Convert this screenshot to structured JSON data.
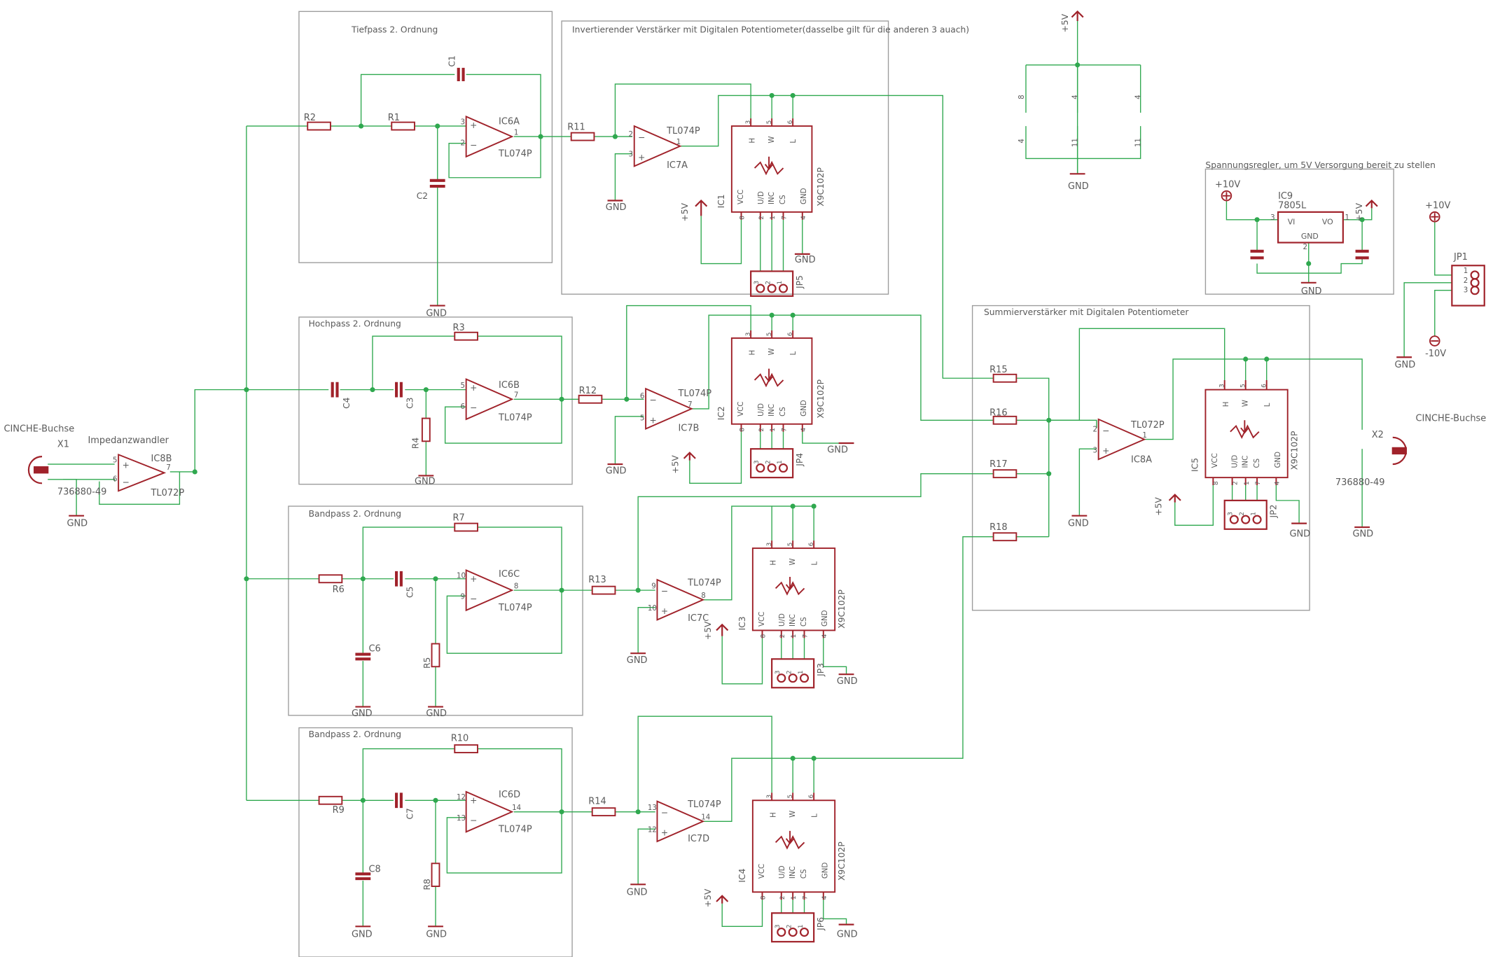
{
  "colors": {
    "wire": "#2fa84f",
    "part": "#a0222a",
    "frame": "#9c9c9c",
    "text": "#5a5a5a",
    "junction": "#2fa84f"
  },
  "frames": {
    "tiefpass": "Tiefpass 2. Ordnung",
    "verstaerker": "Invertierender Verstärker mit Digitalen Potentiometer(dasselbe gilt für die anderen 3 auach)",
    "hochpass": "Hochpass 2. Ordnung",
    "bandpass1": "Bandpass 2. Ordnung",
    "bandpass2": "Bandpass 2. Ordnung",
    "summierer": "Summierverstärker mit Digitalen Potentiometer",
    "regler": "Spannungsregler, um 5V Versorgung bereit zu stellen"
  },
  "connectors": {
    "x1_title": "CINCHE-Buchse",
    "x1_name": "X1",
    "x1_part": "736880-49",
    "x2_title": "CINCHE-Buchse",
    "x2_name": "X2",
    "x2_part": "736880-49",
    "jp1": "JP1"
  },
  "opamps": {
    "ic8b": "IC8B",
    "ic8b_type": "TL072P",
    "imp": "Impedanzwandler",
    "ic6a": "IC6A",
    "ic6a_type": "TL074P",
    "ic6b": "IC6B",
    "ic6b_type": "TL074P",
    "ic6c": "IC6C",
    "ic6c_type": "TL074P",
    "ic6d": "IC6D",
    "ic6d_type": "TL074P",
    "ic7a": "IC7A",
    "ic7a_type": "TL074P",
    "ic7b": "IC7B",
    "ic7b_type": "TL074P",
    "ic7c": "IC7C",
    "ic7c_type": "TL074P",
    "ic7d": "IC7D",
    "ic7d_type": "TL074P",
    "ic8a": "IC8A",
    "ic8a_type": "TL072P"
  },
  "pots": {
    "ic1": "IC1",
    "ic2": "IC2",
    "ic3": "IC3",
    "ic4": "IC4",
    "ic5": "IC5",
    "type": "X9C102P",
    "pin_h": "H",
    "pin_w": "W",
    "pin_l": "L",
    "pin_vcc": "VCC",
    "pin_ud": "U/D",
    "pin_inc": "INC",
    "pin_cs": "CS",
    "pin_gnd": "GND"
  },
  "jumpers": {
    "jp2": "JP2",
    "jp3": "JP3",
    "jp4": "JP4",
    "jp5": "JP5",
    "jp6": "JP6"
  },
  "resistors": {
    "r1": "R1",
    "r2": "R2",
    "r3": "R3",
    "r4": "R4",
    "r5": "R5",
    "r6": "R6",
    "r7": "R7",
    "r8": "R8",
    "r9": "R9",
    "r10": "R10",
    "r11": "R11",
    "r12": "R12",
    "r13": "R13",
    "r14": "R14",
    "r15": "R15",
    "r16": "R16",
    "r17": "R17",
    "r18": "R18"
  },
  "capacitors": {
    "c1": "C1",
    "c2": "C2",
    "c3": "C3",
    "c4": "C4",
    "c5": "C5",
    "c6": "C6",
    "c7": "C7",
    "c8": "C8"
  },
  "regulator": {
    "ic9": "IC9",
    "type": "7805L",
    "vi": "VI",
    "vo": "VO",
    "gnd": "GND"
  },
  "supplies": {
    "gnd": "GND",
    "p5v": "+5V",
    "p10v": "+10V",
    "m10v": "-10V"
  },
  "pins": {
    "p1": "1",
    "p2": "2",
    "p3": "3",
    "p4": "4",
    "p5": "5",
    "p6": "6",
    "p7": "7",
    "p8": "8",
    "p9": "9",
    "p10": "10",
    "p11": "11",
    "p12": "12",
    "p13": "13",
    "p14": "14",
    "plus": "+",
    "minus": "−"
  }
}
